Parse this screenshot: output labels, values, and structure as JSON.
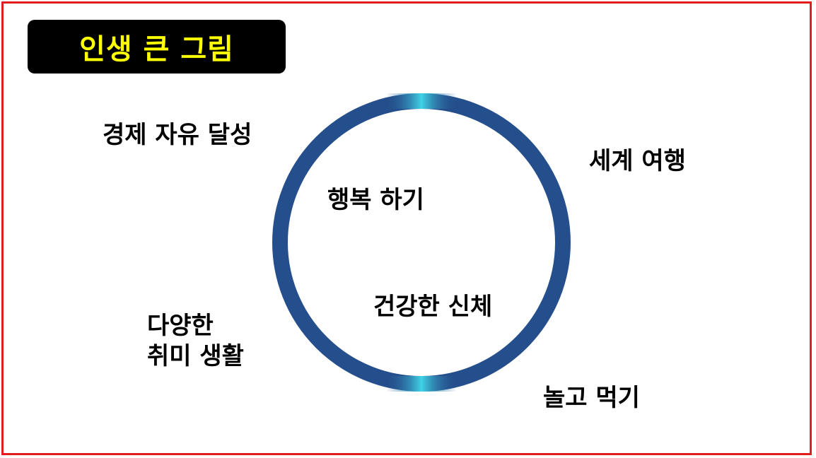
{
  "title": "인생 큰 그림",
  "ring": {
    "color": "#254f8c",
    "highlight_color": "#40d4e6"
  },
  "labels": {
    "economic_freedom": "경제 자유 달성",
    "world_travel": "세계 여행",
    "be_happy": "행복 하기",
    "healthy_body": "건강한 신체",
    "hobbies_line1": "다양한",
    "hobbies_line2": "취미 생활",
    "play_eat": "놀고 먹기"
  },
  "colors": {
    "frame": "#e11d1d",
    "title_bg": "#000000",
    "title_text": "#ffff00",
    "label_text": "#000000"
  }
}
